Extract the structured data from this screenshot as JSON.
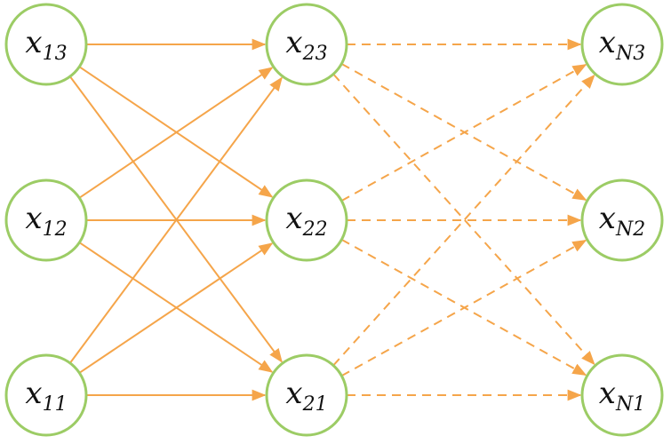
{
  "diagram": {
    "columns": [
      {
        "nodes": [
          {
            "id": "x13",
            "base": "x",
            "sub": "13"
          },
          {
            "id": "x12",
            "base": "x",
            "sub": "12"
          },
          {
            "id": "x11",
            "base": "x",
            "sub": "11"
          }
        ]
      },
      {
        "nodes": [
          {
            "id": "x23",
            "base": "x",
            "sub": "23"
          },
          {
            "id": "x22",
            "base": "x",
            "sub": "22"
          },
          {
            "id": "x21",
            "base": "x",
            "sub": "21"
          }
        ]
      },
      {
        "nodes": [
          {
            "id": "xN3",
            "base": "x",
            "sub": "N3"
          },
          {
            "id": "xN2",
            "base": "x",
            "sub": "N2"
          },
          {
            "id": "xN1",
            "base": "x",
            "sub": "N1"
          }
        ]
      }
    ],
    "edges_solid": [
      [
        "x13",
        "x23"
      ],
      [
        "x13",
        "x22"
      ],
      [
        "x13",
        "x21"
      ],
      [
        "x12",
        "x23"
      ],
      [
        "x12",
        "x22"
      ],
      [
        "x12",
        "x21"
      ],
      [
        "x11",
        "x23"
      ],
      [
        "x11",
        "x22"
      ],
      [
        "x11",
        "x21"
      ]
    ],
    "edges_dashed": [
      [
        "x23",
        "xN3"
      ],
      [
        "x23",
        "xN2"
      ],
      [
        "x23",
        "xN1"
      ],
      [
        "x22",
        "xN3"
      ],
      [
        "x22",
        "xN2"
      ],
      [
        "x22",
        "xN1"
      ],
      [
        "x21",
        "xN3"
      ],
      [
        "x21",
        "xN2"
      ],
      [
        "x21",
        "xN1"
      ]
    ],
    "colors": {
      "node_stroke": "#9ccc65",
      "edge": "#f5a54a",
      "label": "#111111"
    }
  }
}
